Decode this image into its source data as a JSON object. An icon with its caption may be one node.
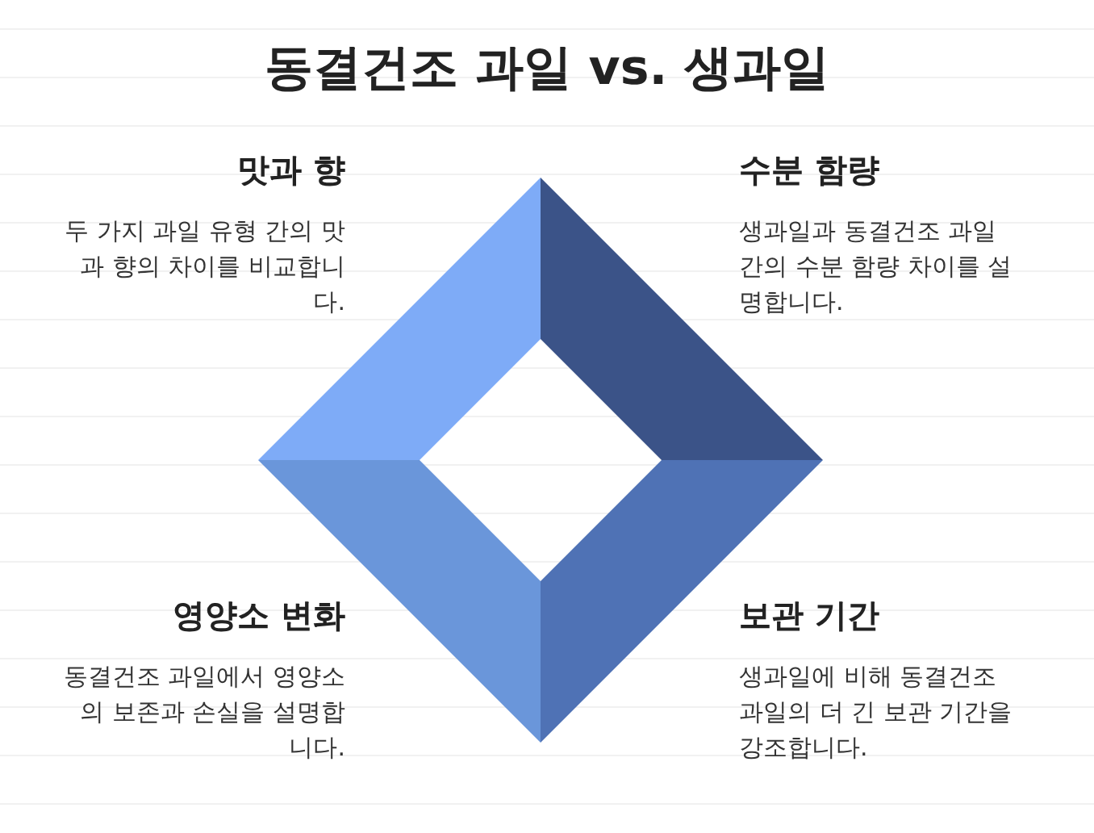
{
  "diagram": {
    "title": "동결건조 과일 vs. 생과일",
    "nodes": [
      {
        "text": [],
        "shape": "band",
        "beside": [
          "맛과 향",
          "두 가지 과일 유형 간의 맛과 향의 차이를 비교합니다."
        ]
      },
      {
        "text": [],
        "shape": "band",
        "beside": [
          "수분 함량",
          "생과일과 동결건조 과일 간의 수분 함량 차이를 설명합니다."
        ]
      },
      {
        "text": [],
        "shape": "band",
        "beside": [
          "영양소 변화",
          "동결건조 과일에서 영양소의 보존과 손실을 설명합니다."
        ]
      },
      {
        "text": [],
        "shape": "band",
        "beside": [
          "보관 기간",
          "생과일에 비해 동결건조 과일의 더 긴 보관 기간을 강조합니다."
        ]
      }
    ],
    "edges": []
  }
}
